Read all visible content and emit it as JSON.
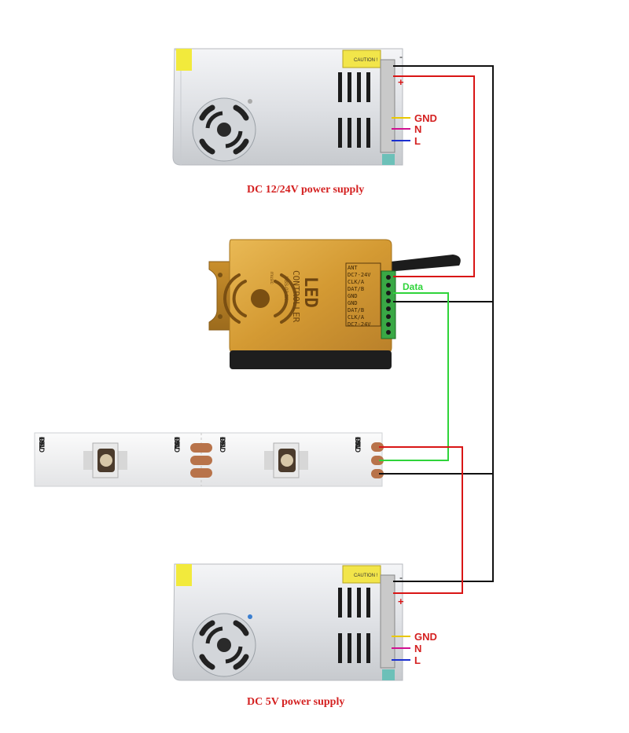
{
  "supply_top": {
    "caption": "DC 12/24V power supply",
    "warning_label": "CAUTION !",
    "minus": "-",
    "plus": "+",
    "gnd": "GND",
    "n": "N",
    "l": "L"
  },
  "supply_bottom": {
    "caption": "DC 5V power supply",
    "warning_label": "CAUTION !",
    "minus": "-",
    "plus": "+",
    "gnd": "GND",
    "n": "N",
    "l": "L"
  },
  "controller": {
    "title": "LED",
    "subtitle": "CONTROLLER",
    "model": "VBS-02-2K",
    "music": "music",
    "pins": [
      "ANT",
      "DC7-24V",
      "CLK/A",
      "DAT/B",
      "GND",
      "GND",
      "DAT/B",
      "CLK/A",
      "DC7-24V"
    ]
  },
  "data_label": "Data",
  "strip": {
    "left_end": [
      "+5V",
      "DO",
      "GND"
    ],
    "cut_left": [
      "+5V",
      "DIN",
      "GND"
    ],
    "cut_right": [
      "+5V",
      "DO",
      "GND"
    ],
    "right_end": [
      "+5V",
      "DIN",
      "GND"
    ]
  },
  "colors": {
    "wire_black": "#111111",
    "wire_red": "#d91515",
    "wire_green": "#2fd43a",
    "gnd_label": "#e8c800",
    "n_label": "#d01090",
    "l_label": "#1a2fd0",
    "caption": "#d42020",
    "controller_gold": "#d9a43a"
  }
}
